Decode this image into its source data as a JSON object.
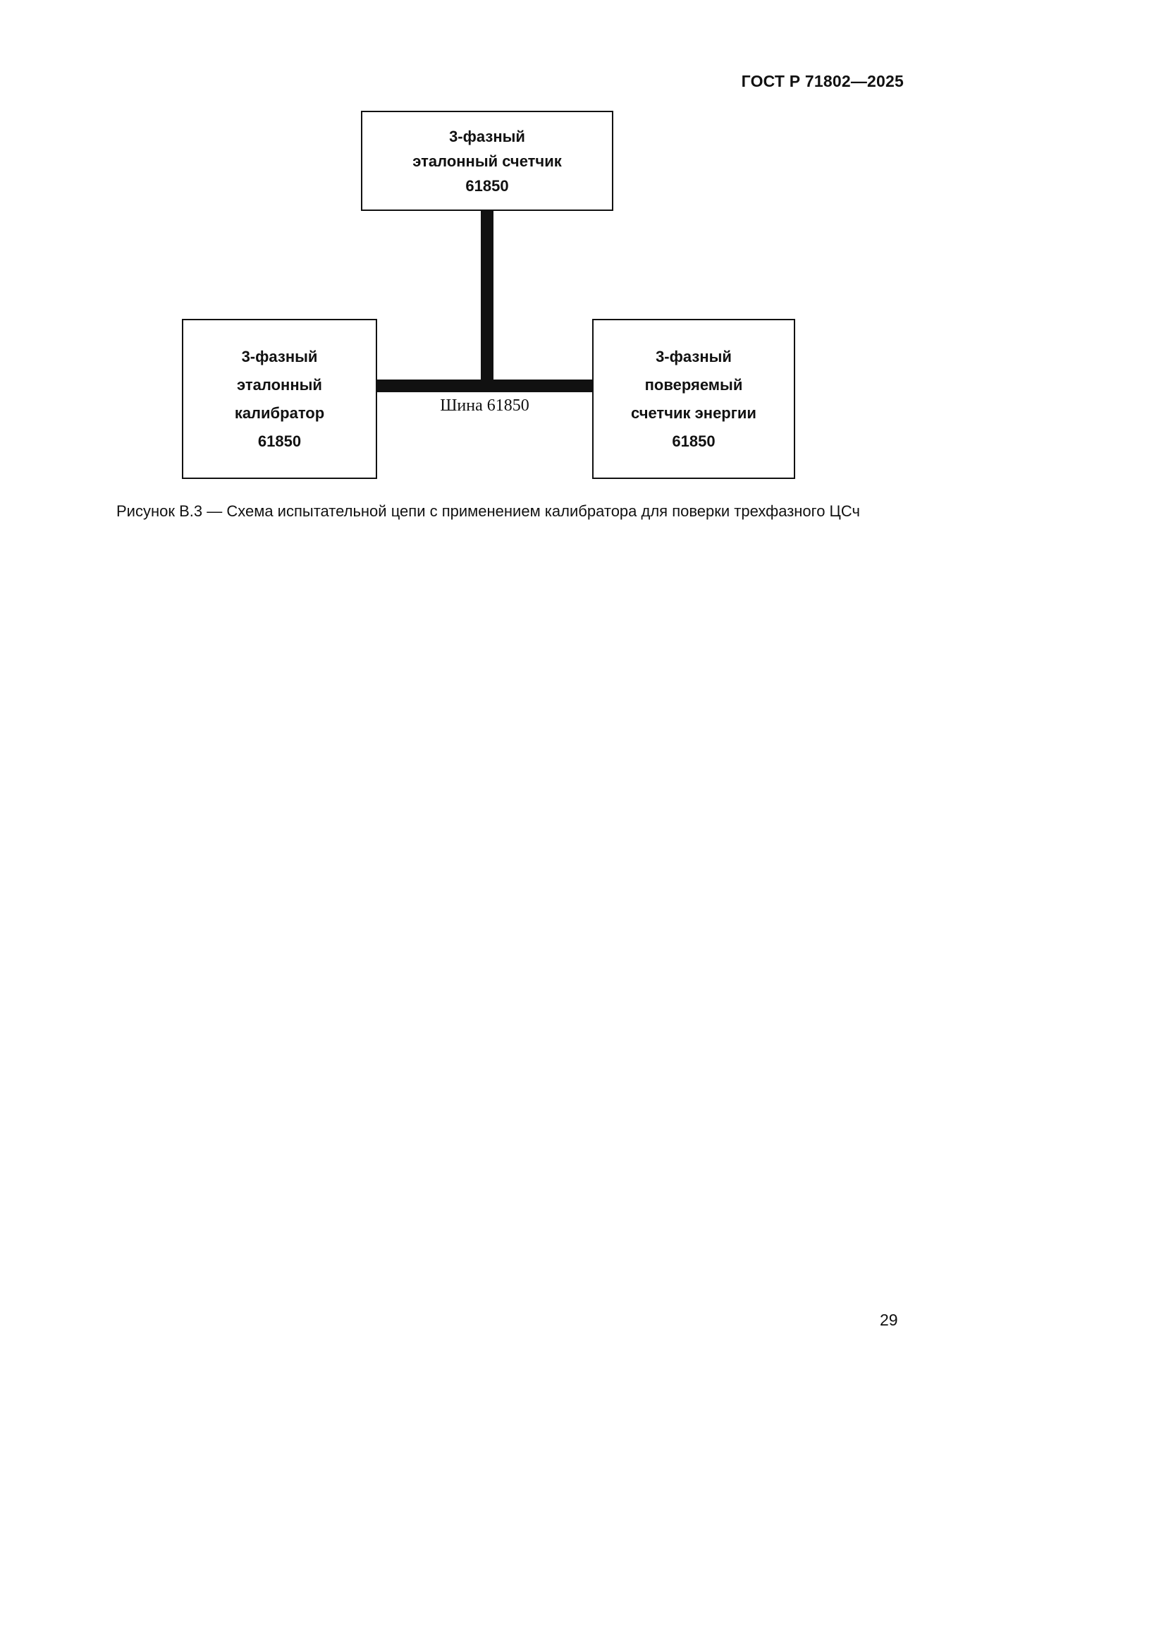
{
  "header": {
    "title": "ГОСТ Р 71802—2025"
  },
  "figure": {
    "top_box": {
      "lines": [
        "3-фазный",
        "эталонный счетчик",
        "61850"
      ]
    },
    "left_box": {
      "lines": [
        "3-фазный",
        "эталонный",
        "калибратор",
        "61850"
      ]
    },
    "right_box": {
      "lines": [
        "3-фазный",
        "поверяемый",
        "счетчик энергии",
        "61850"
      ]
    },
    "bus_label": "Шина 61850",
    "caption": "Рисунок В.3 — Схема испытательной цепи с применением калибратора для поверки трехфазного ЦСч"
  },
  "footer": {
    "page_number": "29"
  }
}
